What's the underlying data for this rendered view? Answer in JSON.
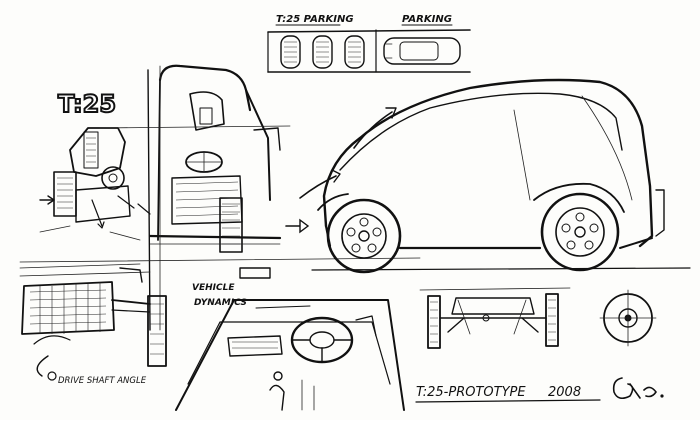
{
  "sketch": {
    "labels": {
      "t25_parking": "T:25 PARKING",
      "parking": "PARKING",
      "logo": "T:25",
      "vehicle_dynamics_1": "VEHICLE",
      "vehicle_dynamics_2": "DYNAMICS",
      "drive_shaft_angle": "DRIVE SHAFT ANGLE",
      "prototype": "T:25-PROTOTYPE",
      "year": "2008"
    },
    "colors": {
      "ink": "#111111",
      "paper": "#fdfdfb"
    }
  }
}
